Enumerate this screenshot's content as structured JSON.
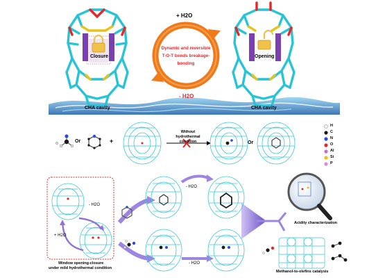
{
  "top": {
    "water_add": "+ H2O",
    "water_remove": "- H2O",
    "ring_text": "Dynamic and reversible T-O-T bonds breakage-bonding",
    "left_lock_label": "Closure",
    "right_lock_label": "Opening",
    "left_cavity_label": "CHA cavity",
    "right_cavity_label": "CHA cavity"
  },
  "middle": {
    "or1": "Or",
    "plus": "+",
    "arrow_label": "Without hydrothermal condition",
    "or2": "Or",
    "legend": [
      {
        "label": "H",
        "color": "#f2f2f2"
      },
      {
        "label": "C",
        "color": "#1a1a1a"
      },
      {
        "label": "N",
        "color": "#2c4bd6"
      },
      {
        "label": "O",
        "color": "#e8262a"
      },
      {
        "label": "Al",
        "color": "#c96ac9"
      },
      {
        "label": "Si",
        "color": "#e6c31a"
      },
      {
        "label": "P",
        "color": "#d98ad9"
      }
    ]
  },
  "bottom": {
    "minus_h2o_left": "- H2O",
    "plus_h2o_left": "+ H2O",
    "minus_h2o_top": "- H2O",
    "minus_h2o_bottom": "- H2O",
    "window_caption_line1": "Window opening-closure",
    "window_caption_line2": "under mild hydrothermal condition",
    "acidity": "Acidity characterization",
    "mto": "Methanol-to-olefins catalysis"
  },
  "colors": {
    "framework": "#27c4d6",
    "oxygen": "#e8262a",
    "silicon": "#e6c31a",
    "lock": "#7a3fb0",
    "arrow": "#f07a1a",
    "purple_arrow": "#8f74d8",
    "wave": "#2f6fb5"
  }
}
